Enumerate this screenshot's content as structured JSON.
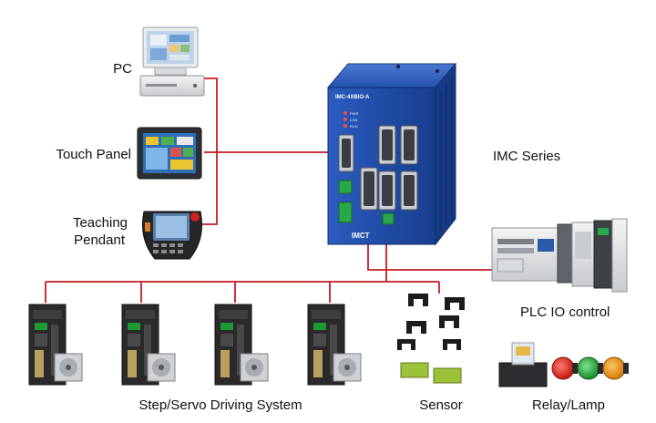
{
  "labels": {
    "pc": "PC",
    "touch_panel": "Touch Panel",
    "teaching": "Teaching",
    "pendant": "Pendant",
    "imc_series": "IMC Series",
    "plc": "PLC IO control",
    "drive_system": "Step/Servo Driving System",
    "sensor": "Sensor",
    "relay": "Relay/Lamp"
  },
  "controller": {
    "model": "IMC-4XBIO-A",
    "brand": "IMCT",
    "led_labels": [
      "PWR",
      "CAN",
      "RUN"
    ]
  },
  "colors": {
    "wire": "#c41c24",
    "controller_body": "#1f4aa3",
    "drive_body": "#2a2a2a",
    "plc_body": "#e4e6e8",
    "lamp_red": "#d82018",
    "lamp_green": "#1e9a35",
    "lamp_orange": "#e48a12"
  },
  "icons": [
    "pc-icon",
    "touch-panel-icon",
    "teaching-pendant-icon",
    "controller-icon",
    "plc-icon",
    "servo-drive-icon",
    "motor-icon",
    "sensor-icon",
    "relay-icon",
    "lamp-icon"
  ]
}
